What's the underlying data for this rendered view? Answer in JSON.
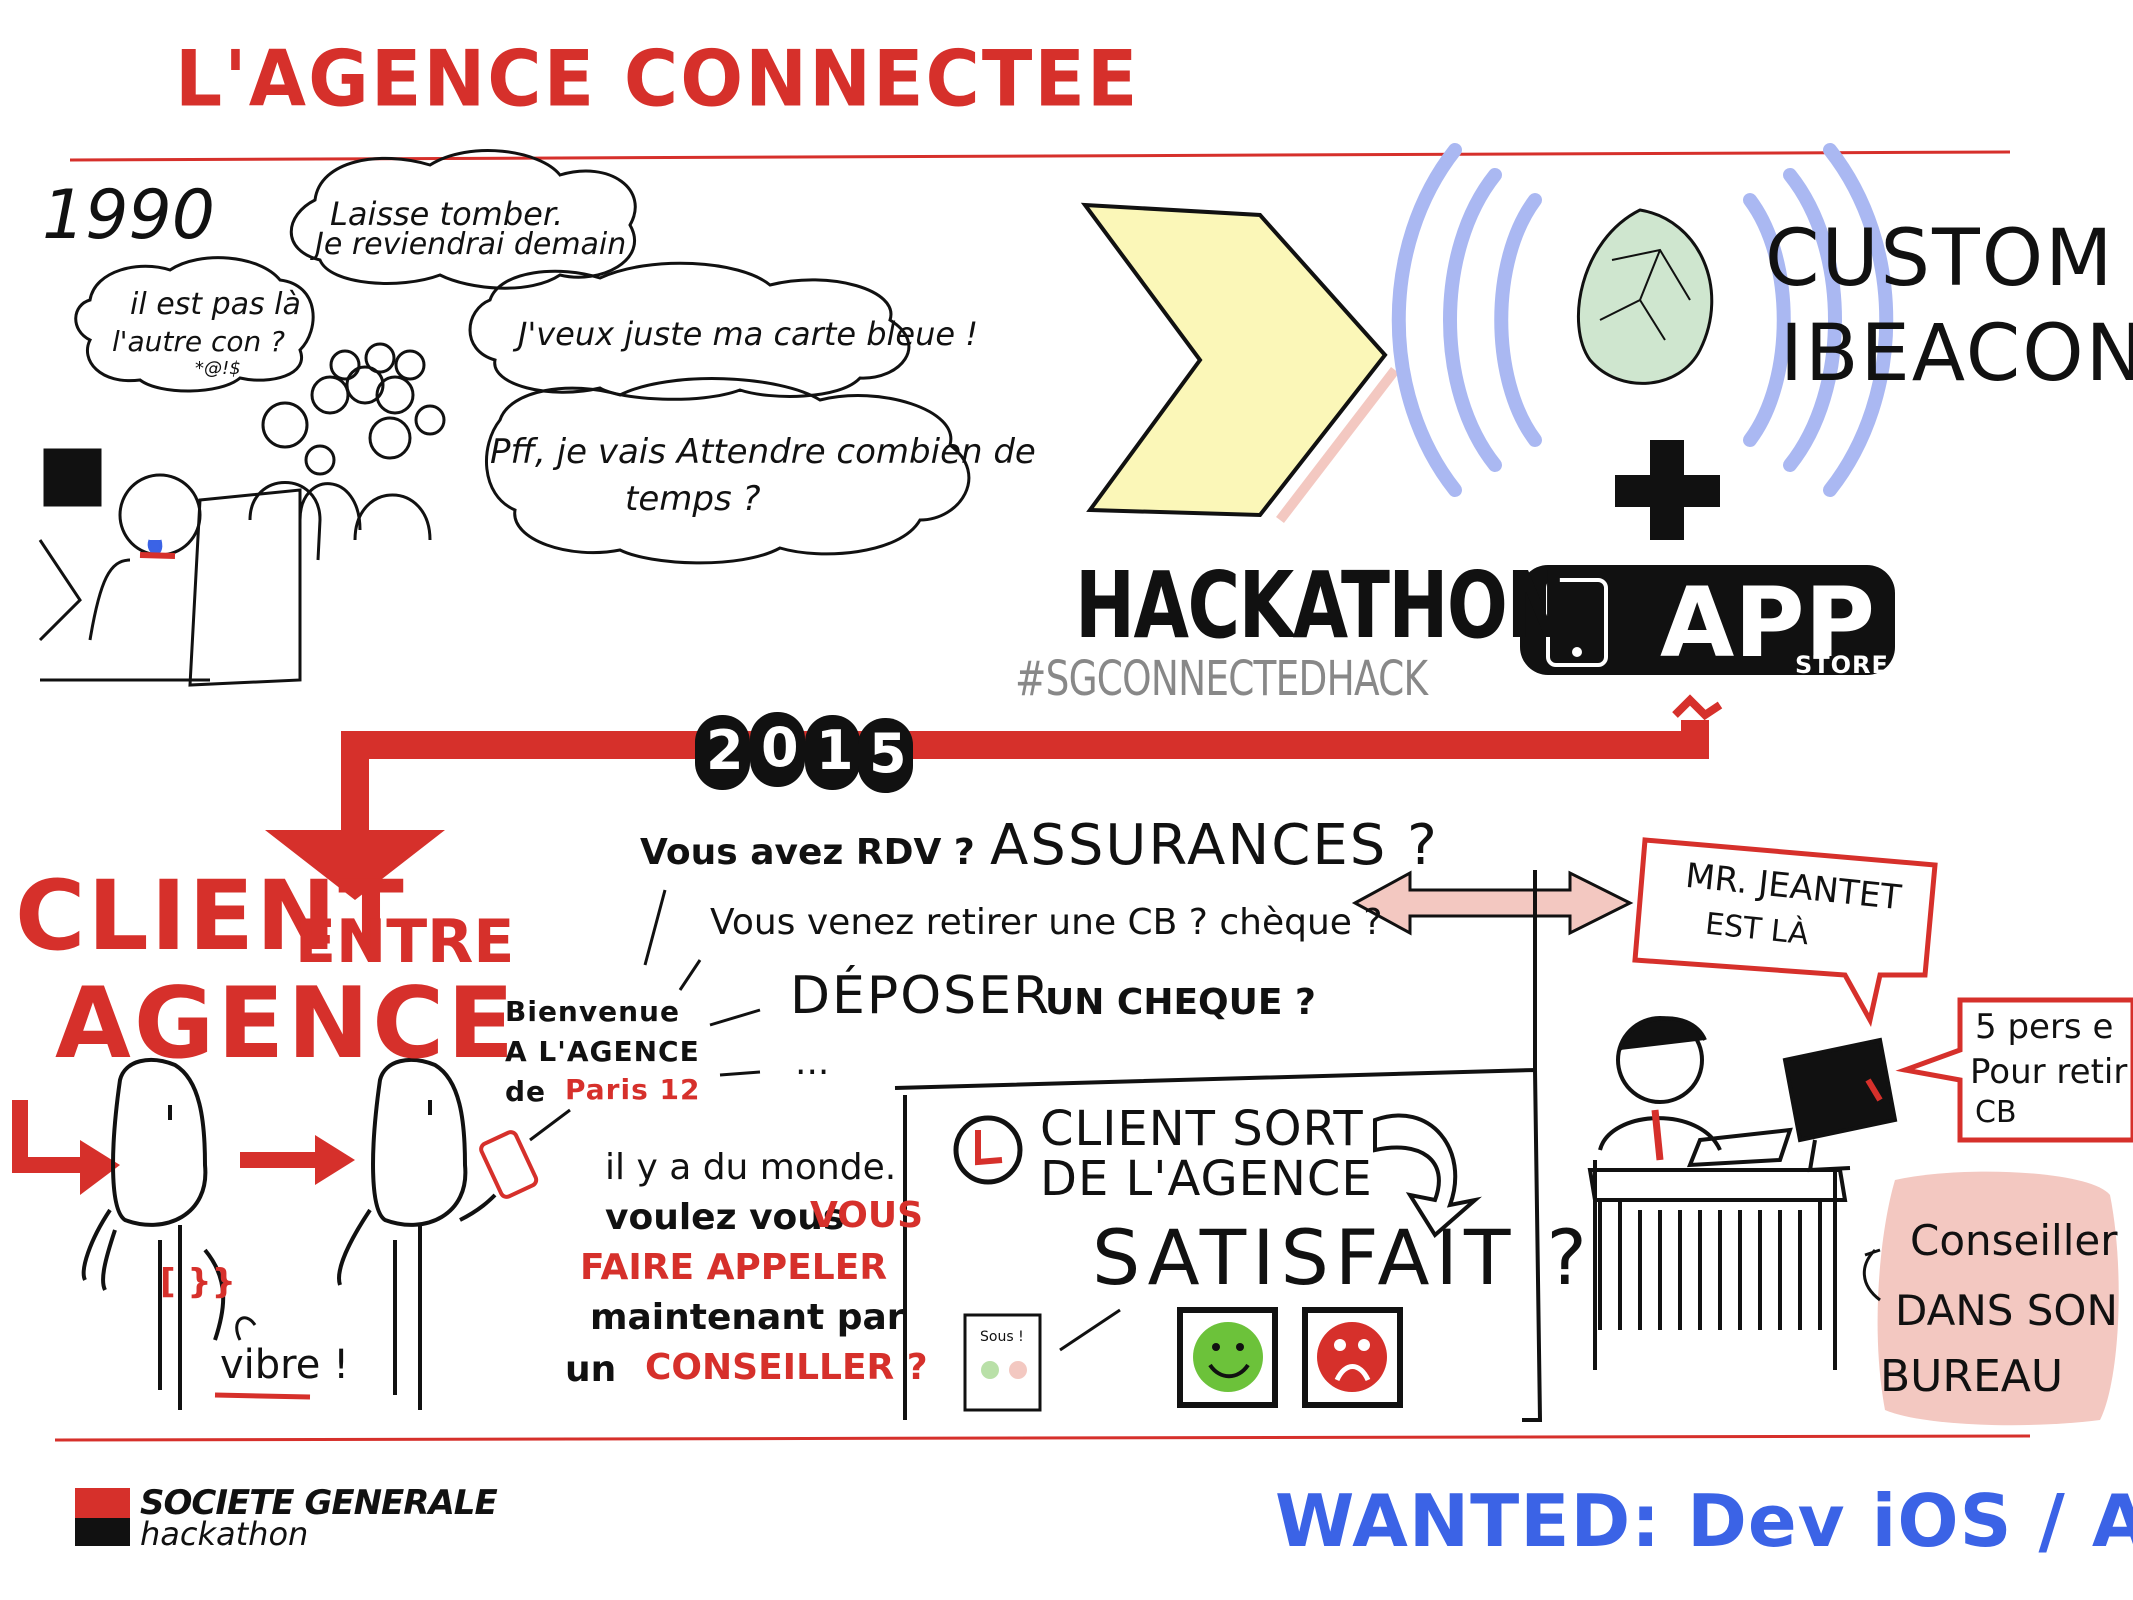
{
  "title": "L'AGENCE CONNECTEE",
  "year_1990": "1990",
  "bubbles": {
    "laisse_tomber_1": "Laisse tomber.",
    "laisse_tomber_2": "Je reviendrai demain",
    "il_est_pas_la_1": "il est pas là",
    "il_est_pas_la_2": "l'autre con ?",
    "il_est_pas_la_3": "*@!$",
    "carte_bleue": "J'veux juste ma carte bleue !",
    "attendre_1": "Pff, je vais Attendre combien de",
    "attendre_2": "temps ?"
  },
  "hackathon": "HACKATHON",
  "hashtag": "#SGCONNECTEDHACK",
  "custom": "CUSTOM",
  "ibeacon": "IBEACON",
  "plus": "+",
  "app": "APP",
  "store": "STORE",
  "year_2015": [
    "2",
    "0",
    "1",
    "5"
  ],
  "client_entre_agence": {
    "client": "CLIENT",
    "entre": "ENTRE",
    "agence": "AGENCE"
  },
  "code_icon": "[ }}",
  "vibre": "vibre !",
  "bienvenue": [
    "Bienvenue",
    "A L'AGENCE",
    "de",
    "Paris 12"
  ],
  "questions": {
    "rdv": "Vous avez RDV ?",
    "assurances": "ASSURANCES ?",
    "retirer": "Vous venez retirer une CB ? chèque ?",
    "deposer": "DÉPOSER",
    "cheque": "UN CHEQUE ?",
    "dots": "..."
  },
  "il_y_a_du_monde": {
    "line1": "il y a du monde.",
    "line2a": "voulez vous",
    "line2b": "VOUS",
    "line3": "FAIRE APPELER",
    "line4": "maintenant par",
    "line5a": "un",
    "line5b": "CONSEILLER ?"
  },
  "client_sort": [
    "CLIENT SORT",
    "DE L'AGENCE"
  ],
  "satisfait": "SATISFAIT ?",
  "mini_screen": "Sous !",
  "speech_jeantet": [
    "MR. JEANTET",
    "EST LÀ"
  ],
  "speech_5pers": [
    "5 pers e",
    "Pour retir",
    "CB"
  ],
  "conseiller": [
    "Conseiller",
    "DANS SON",
    "BUREAU"
  ],
  "brand": {
    "name": "SOCIETE GENERALE",
    "sub": "hackathon"
  },
  "wanted": "WANTED: Dev iOS / ANDROÏD",
  "colors": {
    "red": "#d6302b",
    "blue": "#3b63e6",
    "pale_blue": "#aab8f2",
    "yellow": "#fbf7b8",
    "mint": "#cfe6cf",
    "pink": "#f3c8c1",
    "green_face": "#6cc23a"
  }
}
